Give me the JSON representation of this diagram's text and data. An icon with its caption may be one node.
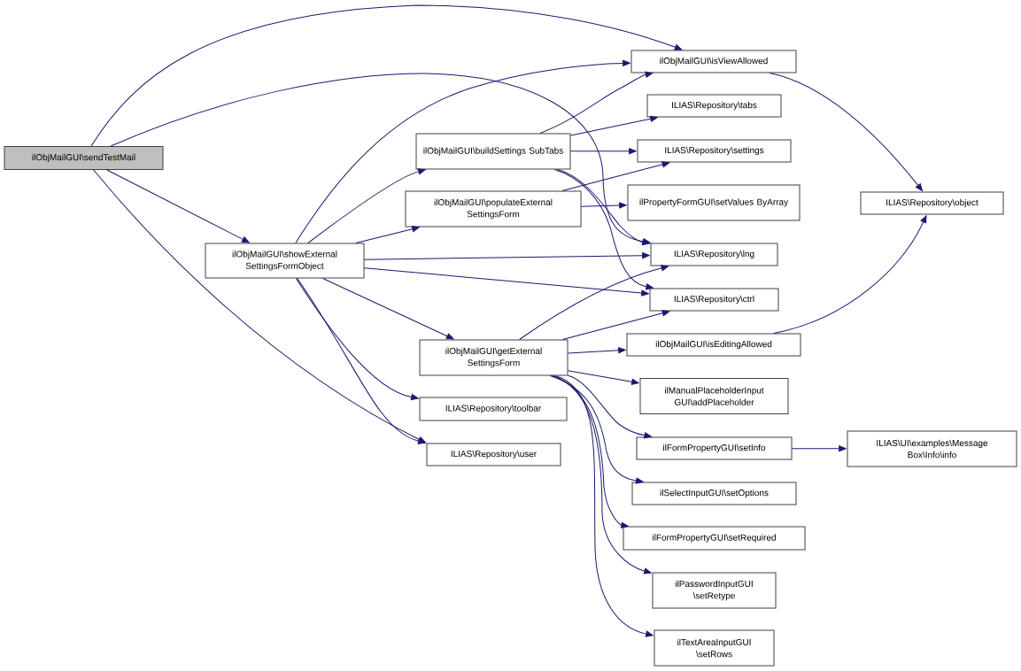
{
  "diagram": {
    "nodes": [
      {
        "text": [
          "ilObjMailGUI\\sendTestMail"
        ]
      },
      {
        "text": [
          "ilObjMailGUI\\showExternal SettingsFormObject"
        ]
      },
      {
        "text": [
          "ilObjMailGUI\\isViewAllowed"
        ]
      },
      {
        "text": [
          "ilObjMailGUI\\buildSettings SubTabs"
        ]
      },
      {
        "text": [
          "ILIAS\\Repository\\tabs"
        ]
      },
      {
        "text": [
          "ILIAS\\Repository\\settings"
        ]
      },
      {
        "text": [
          "ilObjMailGUI\\populateExternal SettingsForm"
        ]
      },
      {
        "text": [
          "ilPropertyFormGUI\\setValues ByArray"
        ]
      },
      {
        "text": [
          "ILIAS\\Repository\\lng"
        ]
      },
      {
        "text": [
          "ILIAS\\Repository\\ctrl"
        ]
      },
      {
        "text": [
          "ILIAS\\Repository\\object"
        ]
      },
      {
        "text": [
          "ilObjMailGUI\\getExternal SettingsForm"
        ]
      },
      {
        "text": [
          "ilObjMailGUI\\isEditingAllowed"
        ]
      },
      {
        "text": [
          "ILIAS\\Repository\\toolbar"
        ]
      },
      {
        "text": [
          "ILIAS\\Repository\\user"
        ]
      },
      {
        "text": [
          "ilManualPlaceholderInput GUI\\addPlaceholder"
        ]
      },
      {
        "text": [
          "ilFormPropertyGUI\\setInfo"
        ]
      },
      {
        "text": [
          "ILIAS\\UI\\examples\\Message Box\\Info\\info"
        ]
      },
      {
        "text": [
          "ilSelectInputGUI\\setOptions"
        ]
      },
      {
        "text": [
          "ilFormPropertyGUI\\setRequired"
        ]
      },
      {
        "text": [
          "ilPasswordInputGUI \\setRetype"
        ]
      },
      {
        "text": [
          "ilTextAreaInputGUI \\setRows"
        ]
      }
    ],
    "edges": [
      {
        "from": 0,
        "to": 2,
        "arrow": "to"
      },
      {
        "from": 0,
        "to": 8,
        "arrow": "to"
      },
      {
        "from": 0,
        "to": 1,
        "arrow": "to"
      },
      {
        "from": 0,
        "to": 14,
        "arrow": "to"
      },
      {
        "from": 1,
        "to": 2,
        "arrow": "to"
      },
      {
        "from": 1,
        "to": 3,
        "arrow": "to"
      },
      {
        "from": 1,
        "to": 6,
        "arrow": "to"
      },
      {
        "from": 1,
        "to": 8,
        "arrow": "to"
      },
      {
        "from": 1,
        "to": 9,
        "arrow": "to"
      },
      {
        "from": 1,
        "to": 11,
        "arrow": "to"
      },
      {
        "from": 1,
        "to": 13,
        "arrow": "to"
      },
      {
        "from": 1,
        "to": 14,
        "arrow": "to"
      },
      {
        "from": 3,
        "to": 2,
        "arrow": "to"
      },
      {
        "from": 3,
        "to": 4,
        "arrow": "to"
      },
      {
        "from": 3,
        "to": 5,
        "arrow": "to"
      },
      {
        "from": 3,
        "to": 8,
        "arrow": "to"
      },
      {
        "from": 3,
        "to": 9,
        "arrow": "to"
      },
      {
        "from": 6,
        "to": 5,
        "arrow": "to"
      },
      {
        "from": 6,
        "to": 7,
        "arrow": "to"
      },
      {
        "from": 2,
        "to": 10,
        "arrow": "to"
      },
      {
        "from": 11,
        "to": 8,
        "arrow": "to"
      },
      {
        "from": 11,
        "to": 9,
        "arrow": "to"
      },
      {
        "from": 11,
        "to": 12,
        "arrow": "to"
      },
      {
        "from": 11,
        "to": 15,
        "arrow": "to"
      },
      {
        "from": 11,
        "to": 16,
        "arrow": "to"
      },
      {
        "from": 11,
        "to": 18,
        "arrow": "to"
      },
      {
        "from": 11,
        "to": 19,
        "arrow": "to"
      },
      {
        "from": 11,
        "to": 20,
        "arrow": "to"
      },
      {
        "from": 11,
        "to": 21,
        "arrow": "to"
      },
      {
        "from": 12,
        "to": 10,
        "arrow": "to"
      },
      {
        "from": 16,
        "to": 17,
        "arrow": "to"
      }
    ]
  }
}
